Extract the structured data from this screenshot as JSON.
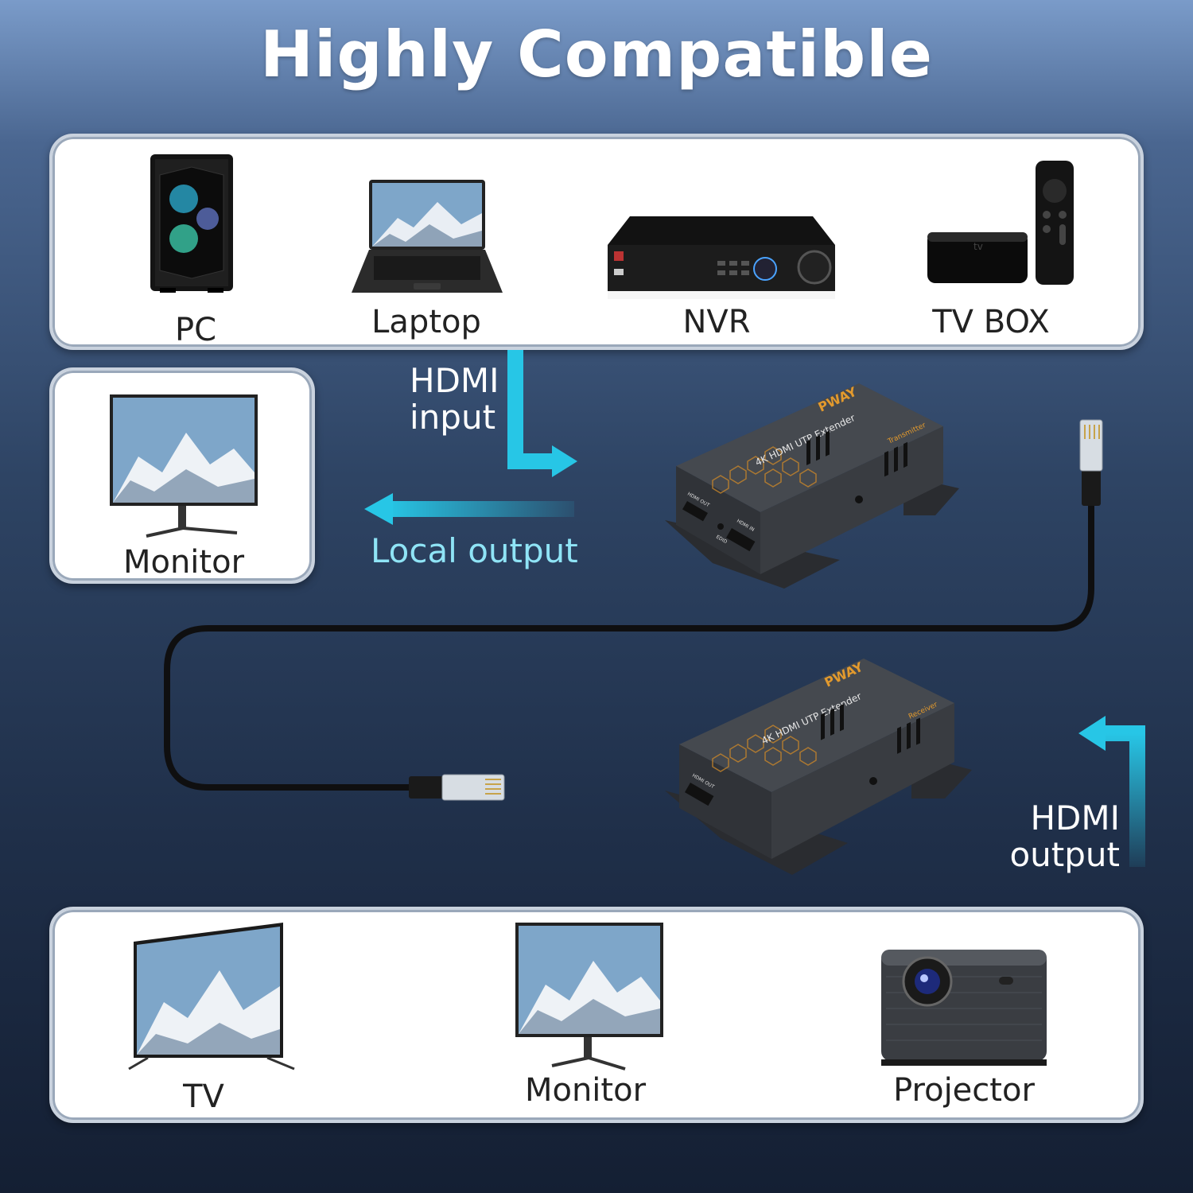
{
  "title": "Highly Compatible",
  "sources": [
    {
      "label": "PC",
      "icon": "pc-tower-icon"
    },
    {
      "label": "Laptop",
      "icon": "laptop-icon"
    },
    {
      "label": "NVR",
      "icon": "nvr-recorder-icon"
    },
    {
      "label": "TV BOX",
      "icon": "tv-box-icon"
    }
  ],
  "local_display": {
    "label": "Monitor",
    "icon": "monitor-icon"
  },
  "flow": {
    "hdmi_input": [
      "HDMI",
      "input"
    ],
    "local_output": "Local output",
    "hdmi_output": [
      "HDMI",
      "output"
    ]
  },
  "transmitter": {
    "brand": "PWAY",
    "model": "4K HDMI UTP Extender",
    "role": "Transmitter",
    "ports": [
      "HDMI OUT",
      "EDID",
      "HDMI IN"
    ]
  },
  "receiver": {
    "brand": "PWAY",
    "model": "4K HDMI UTP Extender",
    "role": "Receiver",
    "ports": [
      "HDMI OUT"
    ]
  },
  "displays": [
    {
      "label": "TV",
      "icon": "tv-icon"
    },
    {
      "label": "Monitor",
      "icon": "monitor-icon"
    },
    {
      "label": "Projector",
      "icon": "projector-icon"
    }
  ],
  "colors": {
    "accent": "#27c6e6",
    "accent_light": "#8fe4f6",
    "device_body": "#3a3d42",
    "brand_orange": "#e39a2d"
  }
}
